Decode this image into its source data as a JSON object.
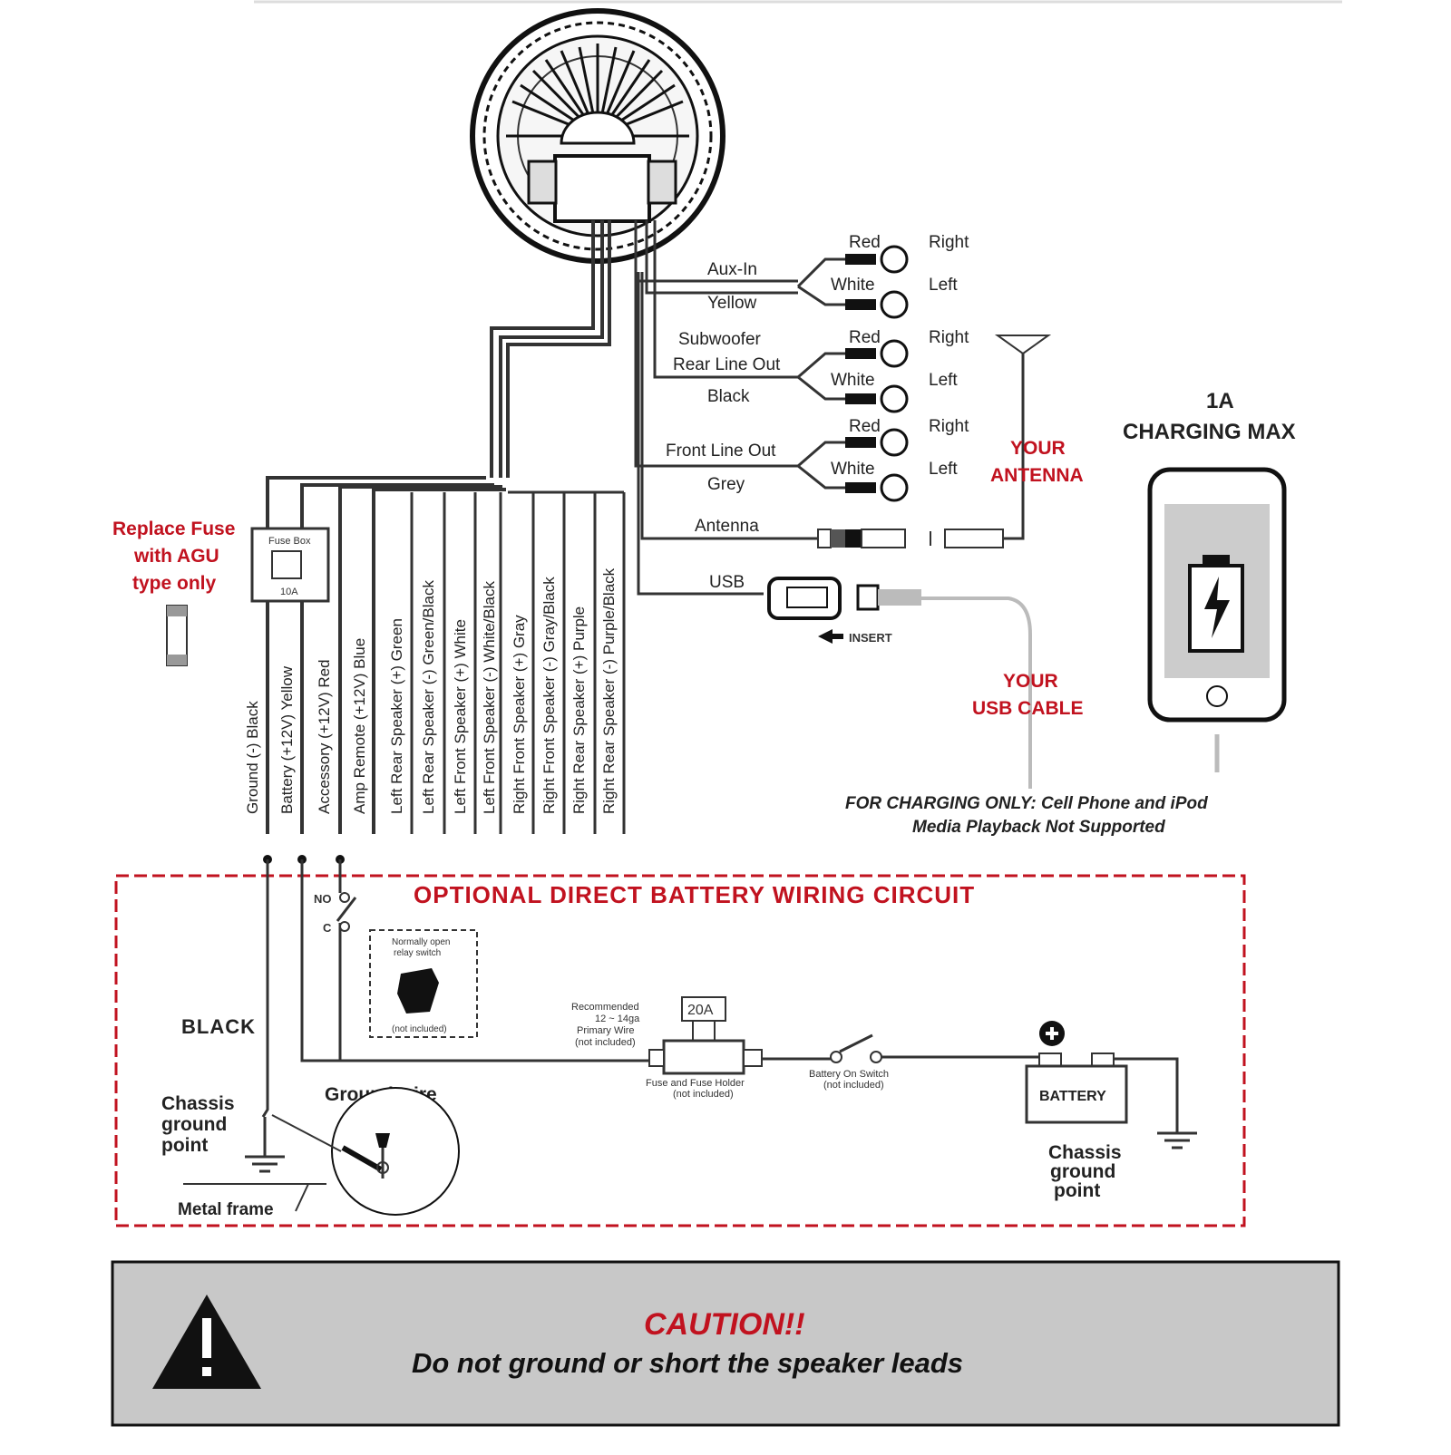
{
  "speaker_wires": [
    {
      "label": "Ground (-)    Black"
    },
    {
      "label": "Battery (+12V)    Yellow"
    },
    {
      "label": "Accessory (+12V)    Red"
    },
    {
      "label": "Amp Remote (+12V)    Blue"
    },
    {
      "label": "Left Rear Speaker (+)    Green"
    },
    {
      "label": "Left Rear Speaker (-)    Green/Black"
    },
    {
      "label": "Left Front Speaker (+)    White"
    },
    {
      "label": "Left Front Speaker (-)    White/Black"
    },
    {
      "label": "Right Front Speaker (+)    Gray"
    },
    {
      "label": "Right Front Speaker (-)    Gray/Black"
    },
    {
      "label": "Right Rear Speaker (+)    Purple"
    },
    {
      "label": "Right Rear Speaker (-)    Purple/Black"
    }
  ],
  "fuse_note": {
    "line1": "Replace Fuse",
    "line2": "with AGU",
    "line3": "type only"
  },
  "fuse_box": {
    "title": "Fuse Box",
    "rating": "10A"
  },
  "rca_groups": [
    {
      "name": "Aux-In",
      "color": "Yellow",
      "top": "Red",
      "bottom": "White",
      "right": "Right",
      "left": "Left"
    },
    {
      "name1": "Subwoofer",
      "name2": "Rear Line Out",
      "color": "Black",
      "top": "Red",
      "bottom": "White",
      "right": "Right",
      "left": "Left"
    },
    {
      "name": "Front Line Out",
      "color": "Grey",
      "top": "Red",
      "bottom": "White",
      "right": "Right",
      "left": "Left"
    }
  ],
  "antenna_label": "Antenna",
  "usb_label": "USB",
  "insert_label": "INSERT",
  "your_antenna": {
    "line1": "YOUR",
    "line2": "ANTENNA"
  },
  "your_usb": {
    "line1": "YOUR",
    "line2": "USB CABLE"
  },
  "charging": {
    "line1": "1A",
    "line2": "CHARGING MAX"
  },
  "charging_note": {
    "line1": "FOR CHARGING ONLY: Cell Phone and iPod",
    "line2": "Media Playback Not Supported"
  },
  "battery_circuit": {
    "title": "OPTIONAL DIRECT BATTERY WIRING CIRCUIT",
    "switch_no": "NO",
    "switch_c": "C",
    "relay_line1": "Normally open",
    "relay_line2": "relay switch",
    "relay_line3": "(not included)",
    "black": "BLACK",
    "chassis_left": {
      "line1": "Chassis",
      "line2": "ground",
      "line3": "point"
    },
    "ground_wire": "Ground wire",
    "metal_frame": "Metal frame",
    "wire_note": {
      "line1": "Recommended",
      "line2": "12 ~ 14ga",
      "line3": "Primary Wire",
      "line4": "(not included)"
    },
    "fuse_rating": "20A",
    "fuse_holder": {
      "line1": "Fuse and Fuse Holder",
      "line2": "(not included)"
    },
    "switch_note": {
      "line1": "Battery On Switch",
      "line2": "(not included)"
    },
    "battery": "BATTERY",
    "chassis_right": {
      "line1": "Chassis",
      "line2": "ground",
      "line3": "point"
    }
  },
  "caution": {
    "title": "CAUTION!!",
    "text": "Do not ground or short the speaker leads"
  },
  "colors": {
    "accent_red": "#c1121f",
    "caution_bg": "#c8c8c8",
    "line": "#333333"
  }
}
